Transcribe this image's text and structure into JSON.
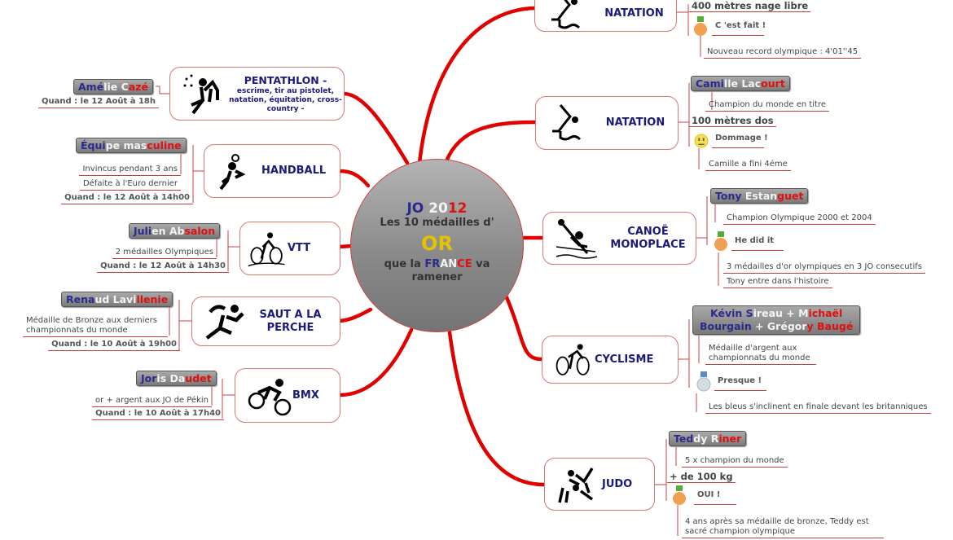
{
  "center": {
    "line1": [
      "JO ",
      "20",
      "12"
    ],
    "line2": "Les 10 médailles d'",
    "line3": "OR",
    "line4_pre": "que la ",
    "line4_france": [
      "FR",
      "AN",
      "CE"
    ],
    "line4_post": " va",
    "line5": "ramener",
    "colors": {
      "blue": "#2b2b8c",
      "white": "#ffffff",
      "red": "#e01010",
      "gold": "#e6c300",
      "branch": "#e00000"
    }
  },
  "left": [
    {
      "sport": "PENTATHLON -",
      "sub": "escrime, tir au pistolet, natation, équitation, cross-country -",
      "icon": "pentathlon-icon",
      "athlete": [
        "Amé",
        "lie C",
        "azé"
      ],
      "notes": [],
      "when": "Quand : le 12 Août à 18h"
    },
    {
      "sport": "HANDBALL",
      "icon": "handball-icon",
      "athlete": [
        "Équi",
        "pe mas",
        "culine"
      ],
      "notes": [
        "Invincus pendant 3 ans",
        "Défaite à l'Euro dernier"
      ],
      "when": "Quand : le 12 Août à 14h00"
    },
    {
      "sport": "VTT",
      "icon": "mountain-bike-icon",
      "athlete": [
        "Juli",
        "en Ab",
        "salon"
      ],
      "notes": [
        "2 médailles Olympiques"
      ],
      "when": "Quand : le 12 Août à 14h30"
    },
    {
      "sport": "SAUT A LA PERCHE",
      "icon": "pole-vault-icon",
      "athlete": [
        "Rena",
        "ud Lavi",
        "llenie"
      ],
      "notes": [
        "Médaille de Bronze aux derniers championnats du monde"
      ],
      "when": "Quand : le 10 Août à 19h00"
    },
    {
      "sport": "BMX",
      "icon": "bmx-icon",
      "athlete": [
        "Jor",
        "is Da",
        "udet"
      ],
      "notes": [
        "or + argent aux JO de Pékin"
      ],
      "when": "Quand : le 10 Août à 17h40"
    }
  ],
  "right": [
    {
      "sport": "NATATION",
      "icon": "swimming-icon",
      "event": "400 mètres nage libre",
      "result_icon": "gold-medal-icon",
      "result": "C 'est fait !",
      "comment": "Nouveau record olympique : 4'01''45"
    },
    {
      "sport": "NATATION",
      "icon": "swimming-icon",
      "athlete": [
        "Cami",
        "lle Lac",
        "ourt"
      ],
      "note": "Champion du monde en titre",
      "event": "100 mètres dos",
      "result_icon": "neutral-smiley-icon",
      "result": "Dommage !",
      "comment": "Camille a fini 4éme"
    },
    {
      "sport": "CANOË MONOPLACE",
      "icon": "canoe-icon",
      "athlete": [
        "Tony ",
        "Estan",
        "guet"
      ],
      "note": "Champion Olympique 2000 et 2004",
      "result_icon": "gold-medal-icon",
      "result": "He did it",
      "comments": [
        "3 médailles d'or olympiques en 3 JO consecutifs",
        "Tony entre dans l'histoire"
      ]
    },
    {
      "sport": "CYCLISME",
      "icon": "cycling-icon",
      "athlete_line1": [
        "Kévin S",
        "ireau + M",
        "ichaël"
      ],
      "athlete_line2": [
        "Bourgain",
        " + Grégor",
        "y Baugé"
      ],
      "note": "Médaille d'argent aux championnats du monde",
      "result_icon": "silver-medal-icon",
      "result": "Presque !",
      "comment": "Les bleus s'inclinent en finale devant les britanniques"
    },
    {
      "sport": "JUDO",
      "icon": "judo-icon",
      "athlete": [
        "Ted",
        "dy R",
        "iner"
      ],
      "note": "5 x champion du monde",
      "event": "+ de 100 kg",
      "result_icon": "gold-medal-icon",
      "result": "OUI !",
      "comment": "4 ans après sa médaille de bronze, Teddy est sacré champion olympique"
    }
  ]
}
